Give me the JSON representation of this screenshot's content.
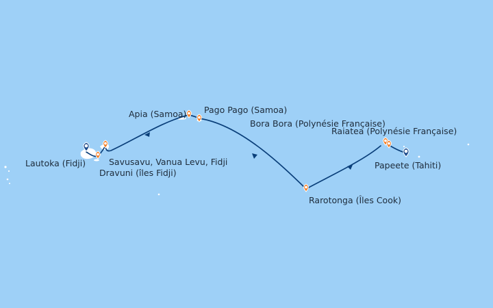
{
  "map": {
    "colors": {
      "ocean": "#9ed0f7",
      "route": "#0a3f7a",
      "port_marker": "#f47b20",
      "endpoint_marker": "#1a4a8c",
      "land": "#ffffff"
    },
    "ports": [
      {
        "id": "lautoka",
        "label": "Lautoka (Fidji)",
        "role": "endpoint"
      },
      {
        "id": "dravuni",
        "label": "Dravuni (îles Fidji)",
        "role": "stop"
      },
      {
        "id": "savusavu",
        "label": "Savusavu, Vanua Levu, Fidji",
        "role": "stop"
      },
      {
        "id": "apia",
        "label": "Apia (Samoa)",
        "role": "stop"
      },
      {
        "id": "pagopago",
        "label": "Pago Pago (Samoa)",
        "role": "stop"
      },
      {
        "id": "rarotonga",
        "label": "Rarotonga (Îles Cook)",
        "role": "stop"
      },
      {
        "id": "borabora",
        "label": "Bora Bora (Polynésie Française)",
        "role": "stop"
      },
      {
        "id": "raiatea",
        "label": "Raiatea (Polynésie Française)",
        "role": "stop"
      },
      {
        "id": "papeete",
        "label": "Papeete (Tahiti)",
        "role": "endpoint"
      }
    ]
  }
}
